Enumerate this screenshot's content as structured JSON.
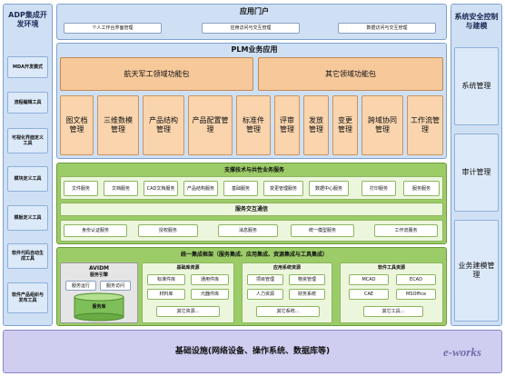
{
  "left": {
    "title": "ADP集成开发环境",
    "items": [
      "MDA开发模式",
      "流程编辑工具",
      "可视化界面定义工具",
      "模块定义工具",
      "模板定义工具",
      "软件代码自动生成工具",
      "软件产品组织与发布工具"
    ]
  },
  "portal": {
    "title": "应用门户",
    "items": [
      "个人工作台界面管理",
      "应用访问与交互管理",
      "数据访问与交互管理"
    ]
  },
  "plm": {
    "title": "PLM业务应用",
    "package_aerospace": "航天军工领域功能包",
    "package_other": "其它领域功能包",
    "modules": [
      "图文档管理",
      "三维数模管理",
      "产品结构管理",
      "产品配置管理",
      "标准件管理",
      "评审管理",
      "发放管理",
      "变更管理",
      "跨域协同管理",
      "工作流管理"
    ]
  },
  "support": {
    "title": "支撑技术与共性业务服务",
    "row1": [
      "文件服务",
      "文档服务",
      "CAD文档服务",
      "产品结构服务",
      "基础服务",
      "变更管理服务",
      "数据中心服务",
      "打印服务",
      "服务服务"
    ],
    "exchange": "服务交互通信",
    "row2": [
      "身份认证服务",
      "授权服务",
      "消息服务",
      "统一模型服务",
      "工作流服务"
    ]
  },
  "integration": {
    "title": "统一集成框架（服务集成、应用集成、资源集成与工具集成）",
    "avidm": {
      "title": "AVIDM",
      "subtitle": "服务引擎",
      "sub_items": [
        "服务运行",
        "服务访问"
      ],
      "db": "服务库"
    },
    "base_resources": {
      "title": "基础库资源",
      "items": [
        "标准件库",
        "通用件库",
        "材料库",
        "元器件库"
      ],
      "other": "其它资源..."
    },
    "app_resources": {
      "title": "应用系统资源",
      "items": [
        "项目管理",
        "物资管理",
        "人力资源",
        "财务系统"
      ],
      "other": "其它系统..."
    },
    "tool_resources": {
      "title": "软件工具资源",
      "items": [
        "MCAD",
        "ECAD",
        "CAE",
        "MSOffice"
      ],
      "other": "其它工具..."
    }
  },
  "bottom": {
    "text": "基础设施(网络设备、操作系统、数据库等)"
  },
  "right": {
    "title": "系统安全控制与建模",
    "items": [
      "系统管理",
      "审计管理",
      "业务建模管理"
    ]
  },
  "watermark": {
    "text": "e-works"
  }
}
